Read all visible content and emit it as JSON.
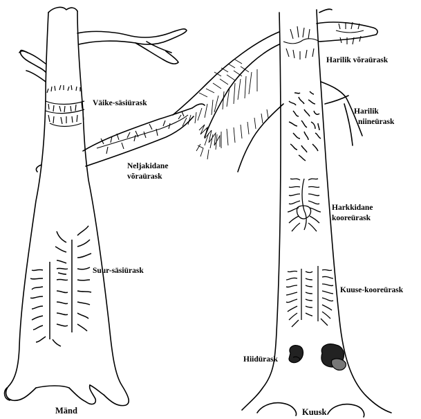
{
  "trees": [
    {
      "name": "Mänd",
      "labels": [
        "Väike-säsiürask",
        "Neljakidane",
        "võraürask",
        "Suur-säsiürask"
      ]
    },
    {
      "name": "Kuusk",
      "labels": [
        "Harilik võraürask",
        "Harilik",
        "niineürask",
        "Harkkidane",
        "kooreürask",
        "Kuuse-kooreürask",
        "Hiidürask"
      ]
    }
  ],
  "colors": {
    "ink": "#000000",
    "paper": "#ffffff"
  }
}
